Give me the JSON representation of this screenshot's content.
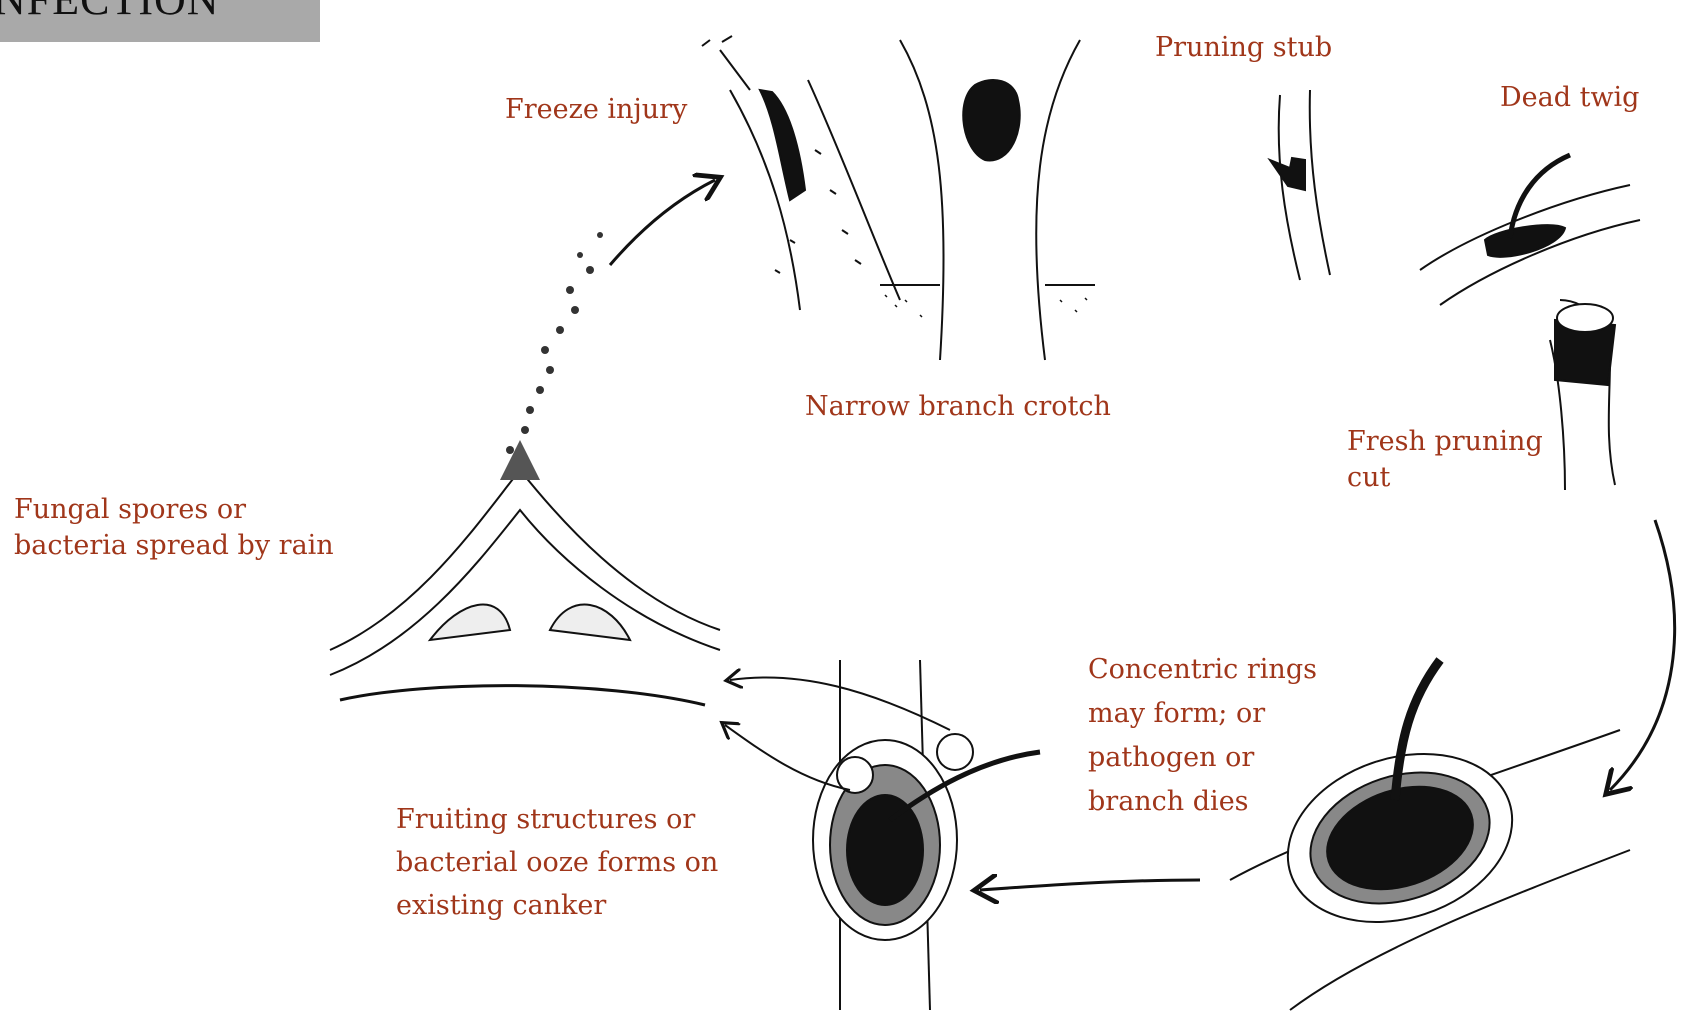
{
  "colors": {
    "label": "#a0361a",
    "ink": "#111111",
    "banner": "#a9a9a9"
  },
  "title_fragment": "NFECTION",
  "labels": {
    "freeze_injury": "Freeze injury",
    "pruning_stub": "Pruning stub",
    "dead_twig": "Dead twig",
    "narrow_crotch": "Narrow branch crotch",
    "fresh_cut_1": "Fresh pruning",
    "fresh_cut_2": "cut",
    "spores_1": "Fungal spores or",
    "spores_2": "bacteria spread by rain",
    "rings_1": "Concentric rings",
    "rings_2": "may form; or",
    "rings_3": "pathogen or",
    "rings_4": "branch dies",
    "fruiting_1": "Fruiting structures or",
    "fruiting_2": "bacterial ooze forms on",
    "fruiting_3": "existing canker"
  }
}
